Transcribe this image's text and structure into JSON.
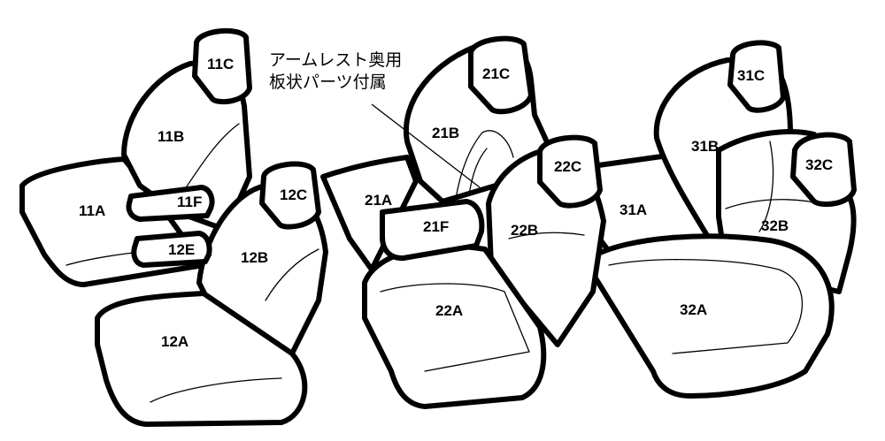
{
  "note": {
    "line1": "アームレスト奥用",
    "line2": "板状パーツ付属"
  },
  "labels": {
    "c11": "11C",
    "b11": "11B",
    "a11": "11A",
    "f11": "11F",
    "e12": "12E",
    "c12": "12C",
    "b12": "12B",
    "a12": "12A",
    "c21": "21C",
    "b21": "21B",
    "a21": "21A",
    "f21": "21F",
    "c22": "22C",
    "b22": "22B",
    "a22": "22A",
    "c31": "31C",
    "b31": "31B",
    "a31": "31A",
    "c32": "32C",
    "b32": "32B",
    "a32": "32A"
  }
}
